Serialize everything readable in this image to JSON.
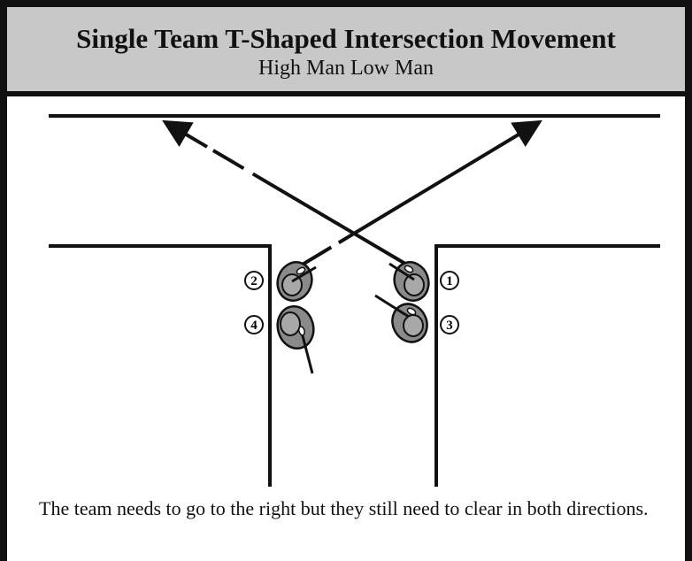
{
  "header": {
    "title": "Single Team T-Shaped Intersection Movement",
    "subtitle": "High Man Low Man"
  },
  "diagram": {
    "position_labels": [
      "1",
      "2",
      "3",
      "4"
    ]
  },
  "caption": "The team needs to go to the right but they still need to clear in both directions."
}
